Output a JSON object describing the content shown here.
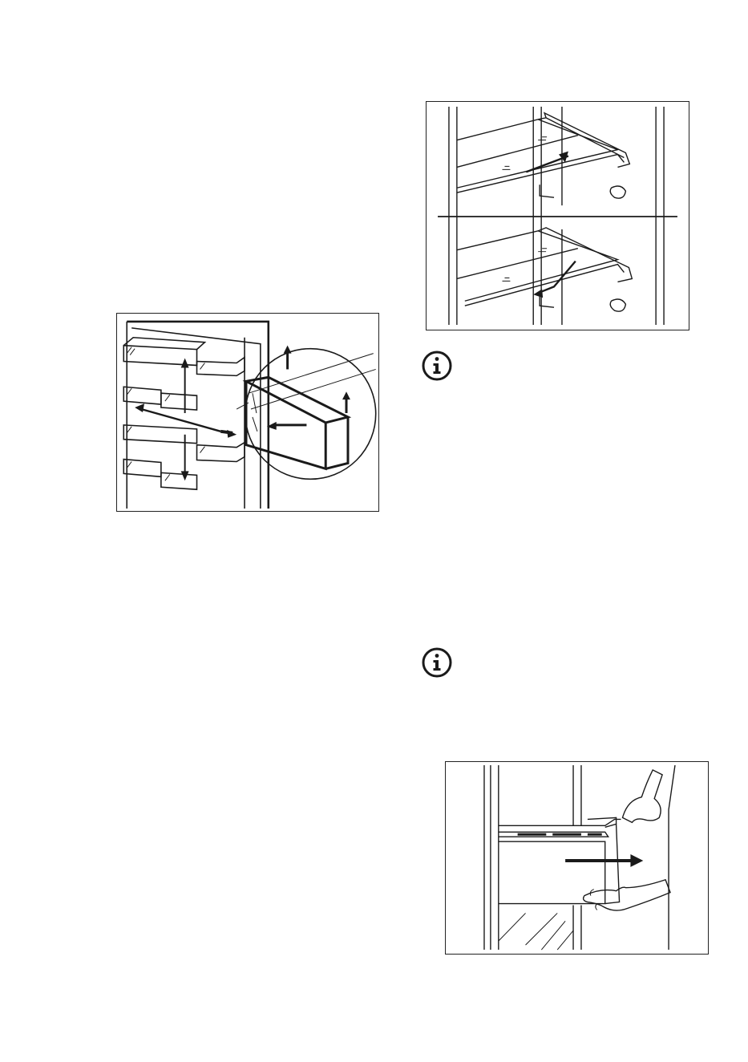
{
  "page": {
    "figures": [
      {
        "id": "door-bottle-racks",
        "icon": "door-rack-illustration"
      },
      {
        "id": "adjustable-shelf",
        "icon": "shelf-illustration"
      },
      {
        "id": "freezer-drawer",
        "icon": "drawer-illustration"
      }
    ],
    "notes": [
      {
        "icon": "info-icon"
      },
      {
        "icon": "info-icon"
      }
    ]
  },
  "colors": {
    "ink": "#1a1a1a",
    "background": "#ffffff"
  }
}
